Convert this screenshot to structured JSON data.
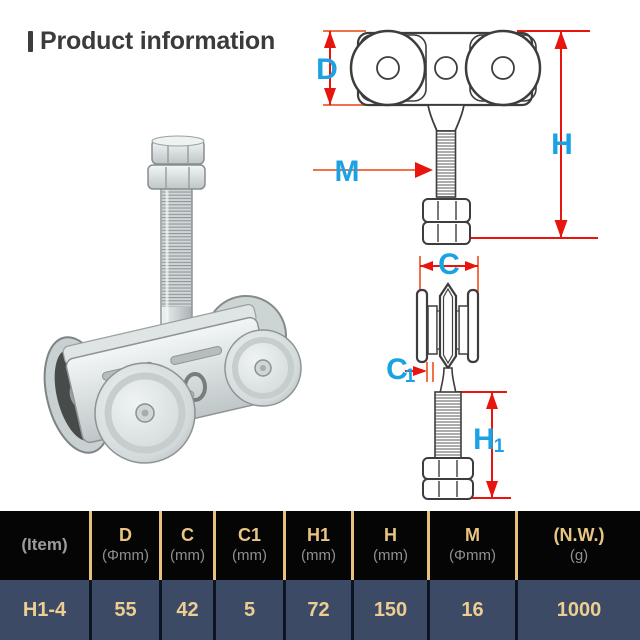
{
  "title": {
    "text": "Product information"
  },
  "diagram": {
    "labels": {
      "d": "D",
      "h": "H",
      "m": "M",
      "c": "C",
      "c1_base": "C",
      "c1_sub": "1",
      "h1_base": "H",
      "h1_sub": "1"
    },
    "colors": {
      "dimension_red": "#e8150f",
      "extension_salmon": "#f3714a",
      "label_blue": "#1ba2e2",
      "drawing_line": "#3d3d3d"
    }
  },
  "table": {
    "colors": {
      "header_background": "#050505",
      "header_separator_gold": "#e6c17c",
      "row_background": "#3c4a66",
      "value_gold": "#eccd92",
      "unit_gray": "#8f8f8f"
    },
    "columns": [
      {
        "label": "(Item)",
        "unit": ""
      },
      {
        "label": "D",
        "unit": "(Φmm)"
      },
      {
        "label": "C",
        "unit": "(mm)"
      },
      {
        "label": "C1",
        "unit": "(mm)"
      },
      {
        "label": "H1",
        "unit": "(mm)"
      },
      {
        "label": "H",
        "unit": "(mm)"
      },
      {
        "label": "M",
        "unit": "(Φmm)"
      },
      {
        "label": "(N.W.)",
        "unit": "(g)"
      }
    ],
    "row": [
      "H1-4",
      "55",
      "42",
      "5",
      "72",
      "150",
      "16",
      "1000"
    ]
  }
}
